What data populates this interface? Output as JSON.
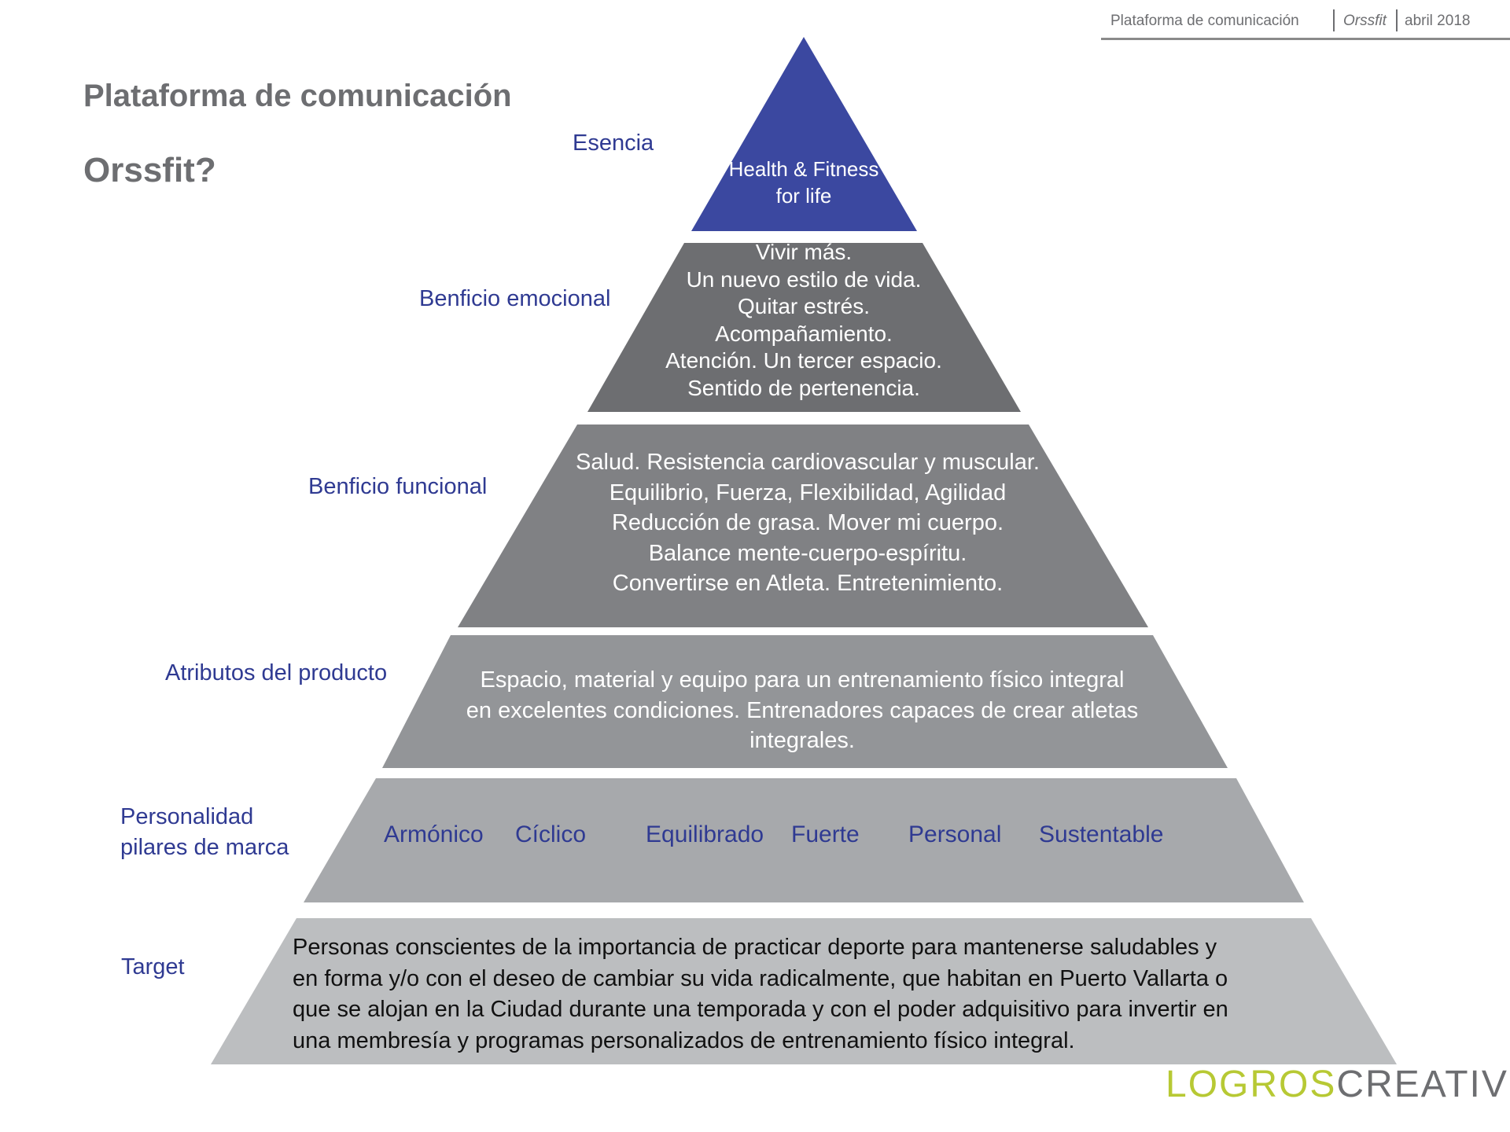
{
  "header": {
    "doc": "Plataforma de comunicación",
    "brand": "Orssfit",
    "date": "abril 2018"
  },
  "title": {
    "line1": "Plataforma de comunicación",
    "line2": "Orssfit?"
  },
  "levels": {
    "esencia": "Esencia",
    "emocional": "Benficio emocional",
    "funcional": "Benficio funcional",
    "atributos": "Atributos del producto",
    "personalidad_1": "Personalidad",
    "personalidad_2": "pilares de marca",
    "target": "Target"
  },
  "tiers": {
    "esencia": [
      "Health & Fitness",
      "for life"
    ],
    "emocional": [
      "Vivir más.",
      "Un nuevo estilo de vida.",
      "Quitar estrés.",
      "Acompañamiento.",
      "Atención. Un tercer espacio.",
      "Sentido de pertenencia."
    ],
    "funcional": [
      "Salud. Resistencia cardiovascular y muscular.",
      "Equilibrio, Fuerza, Flexibilidad, Agilidad",
      "Reducción de grasa. Mover mi cuerpo.",
      "Balance mente-cuerpo-espíritu.",
      "Convertirse en Atleta. Entretenimiento."
    ],
    "atributos": [
      "Espacio, material y equipo para un entrenamiento físico integral",
      "en excelentes condiciones. Entrenadores capaces de crear atletas",
      "integrales."
    ],
    "pilares": [
      "Armónico",
      "Cíclico",
      "Equilibrado",
      "Fuerte",
      "Personal",
      "Sustentable"
    ],
    "target": [
      "Personas conscientes de la importancia de practicar deporte para mantenerse saludables y",
      "en forma y/o con el deseo de cambiar su vida radicalmente, que habitan en Puerto Vallarta o",
      "que se alojan en la Ciudad durante una temporada y con el poder adquisitivo para invertir en",
      "una membresía y programas personalizados de entrenamiento físico integral."
    ]
  },
  "logo": {
    "part1": "LOGROS",
    "part2": "CREATIVOS"
  },
  "colors": {
    "apex": "#3b48a0",
    "emocional": "#6d6e71",
    "funcional": "#808184",
    "atributos": "#939598",
    "pilares": "#a7a9ac",
    "target": "#bcbec0",
    "label_blue": "#2f3a92",
    "logo_green": "#b7c934"
  }
}
